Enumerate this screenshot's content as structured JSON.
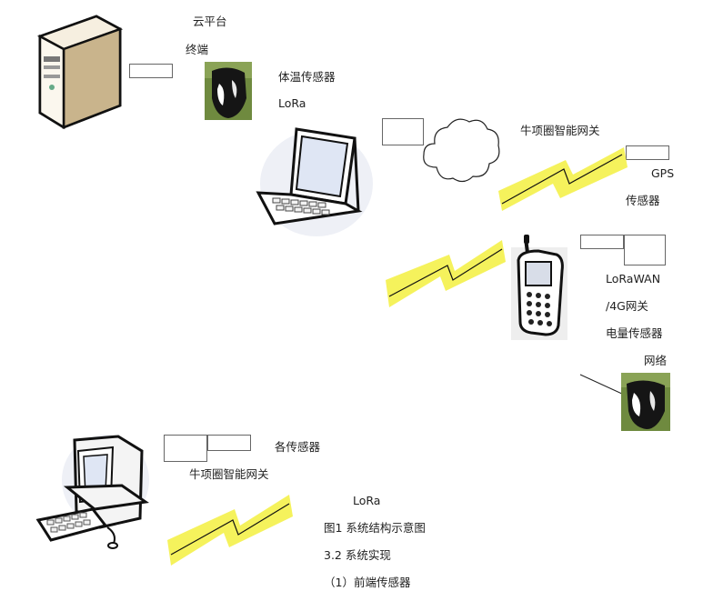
{
  "labels": {
    "cloud_platform": "云平台",
    "terminal": "终端",
    "body_temp_sensor": "体温传感器",
    "lora_top": "LoRa",
    "collar_gateway_top": "牛项圈智能网关",
    "gps": "GPS",
    "sensor": "传感器",
    "lorawan": "LoRaWAN",
    "net_4g": "/4G网关",
    "battery_sensor": "电量传感器",
    "network": "网络",
    "each_sensor": "各传感器",
    "collar_gateway_bottom": "牛项圈智能网关",
    "lora_bottom": "LoRa",
    "figure_caption": "图1 系统结构示意图",
    "section_heading": "3.2 系统实现",
    "subsection": "（1）前端传感器"
  },
  "colors": {
    "lightning_glow": "#f3f040",
    "server_body": "#efe6d3",
    "outline": "#111111"
  },
  "icons": [
    "server-icon",
    "cow-icon",
    "laptop-icon",
    "cloud-icon",
    "lightning-icon",
    "cellphone-icon",
    "desktop-computer-icon"
  ]
}
